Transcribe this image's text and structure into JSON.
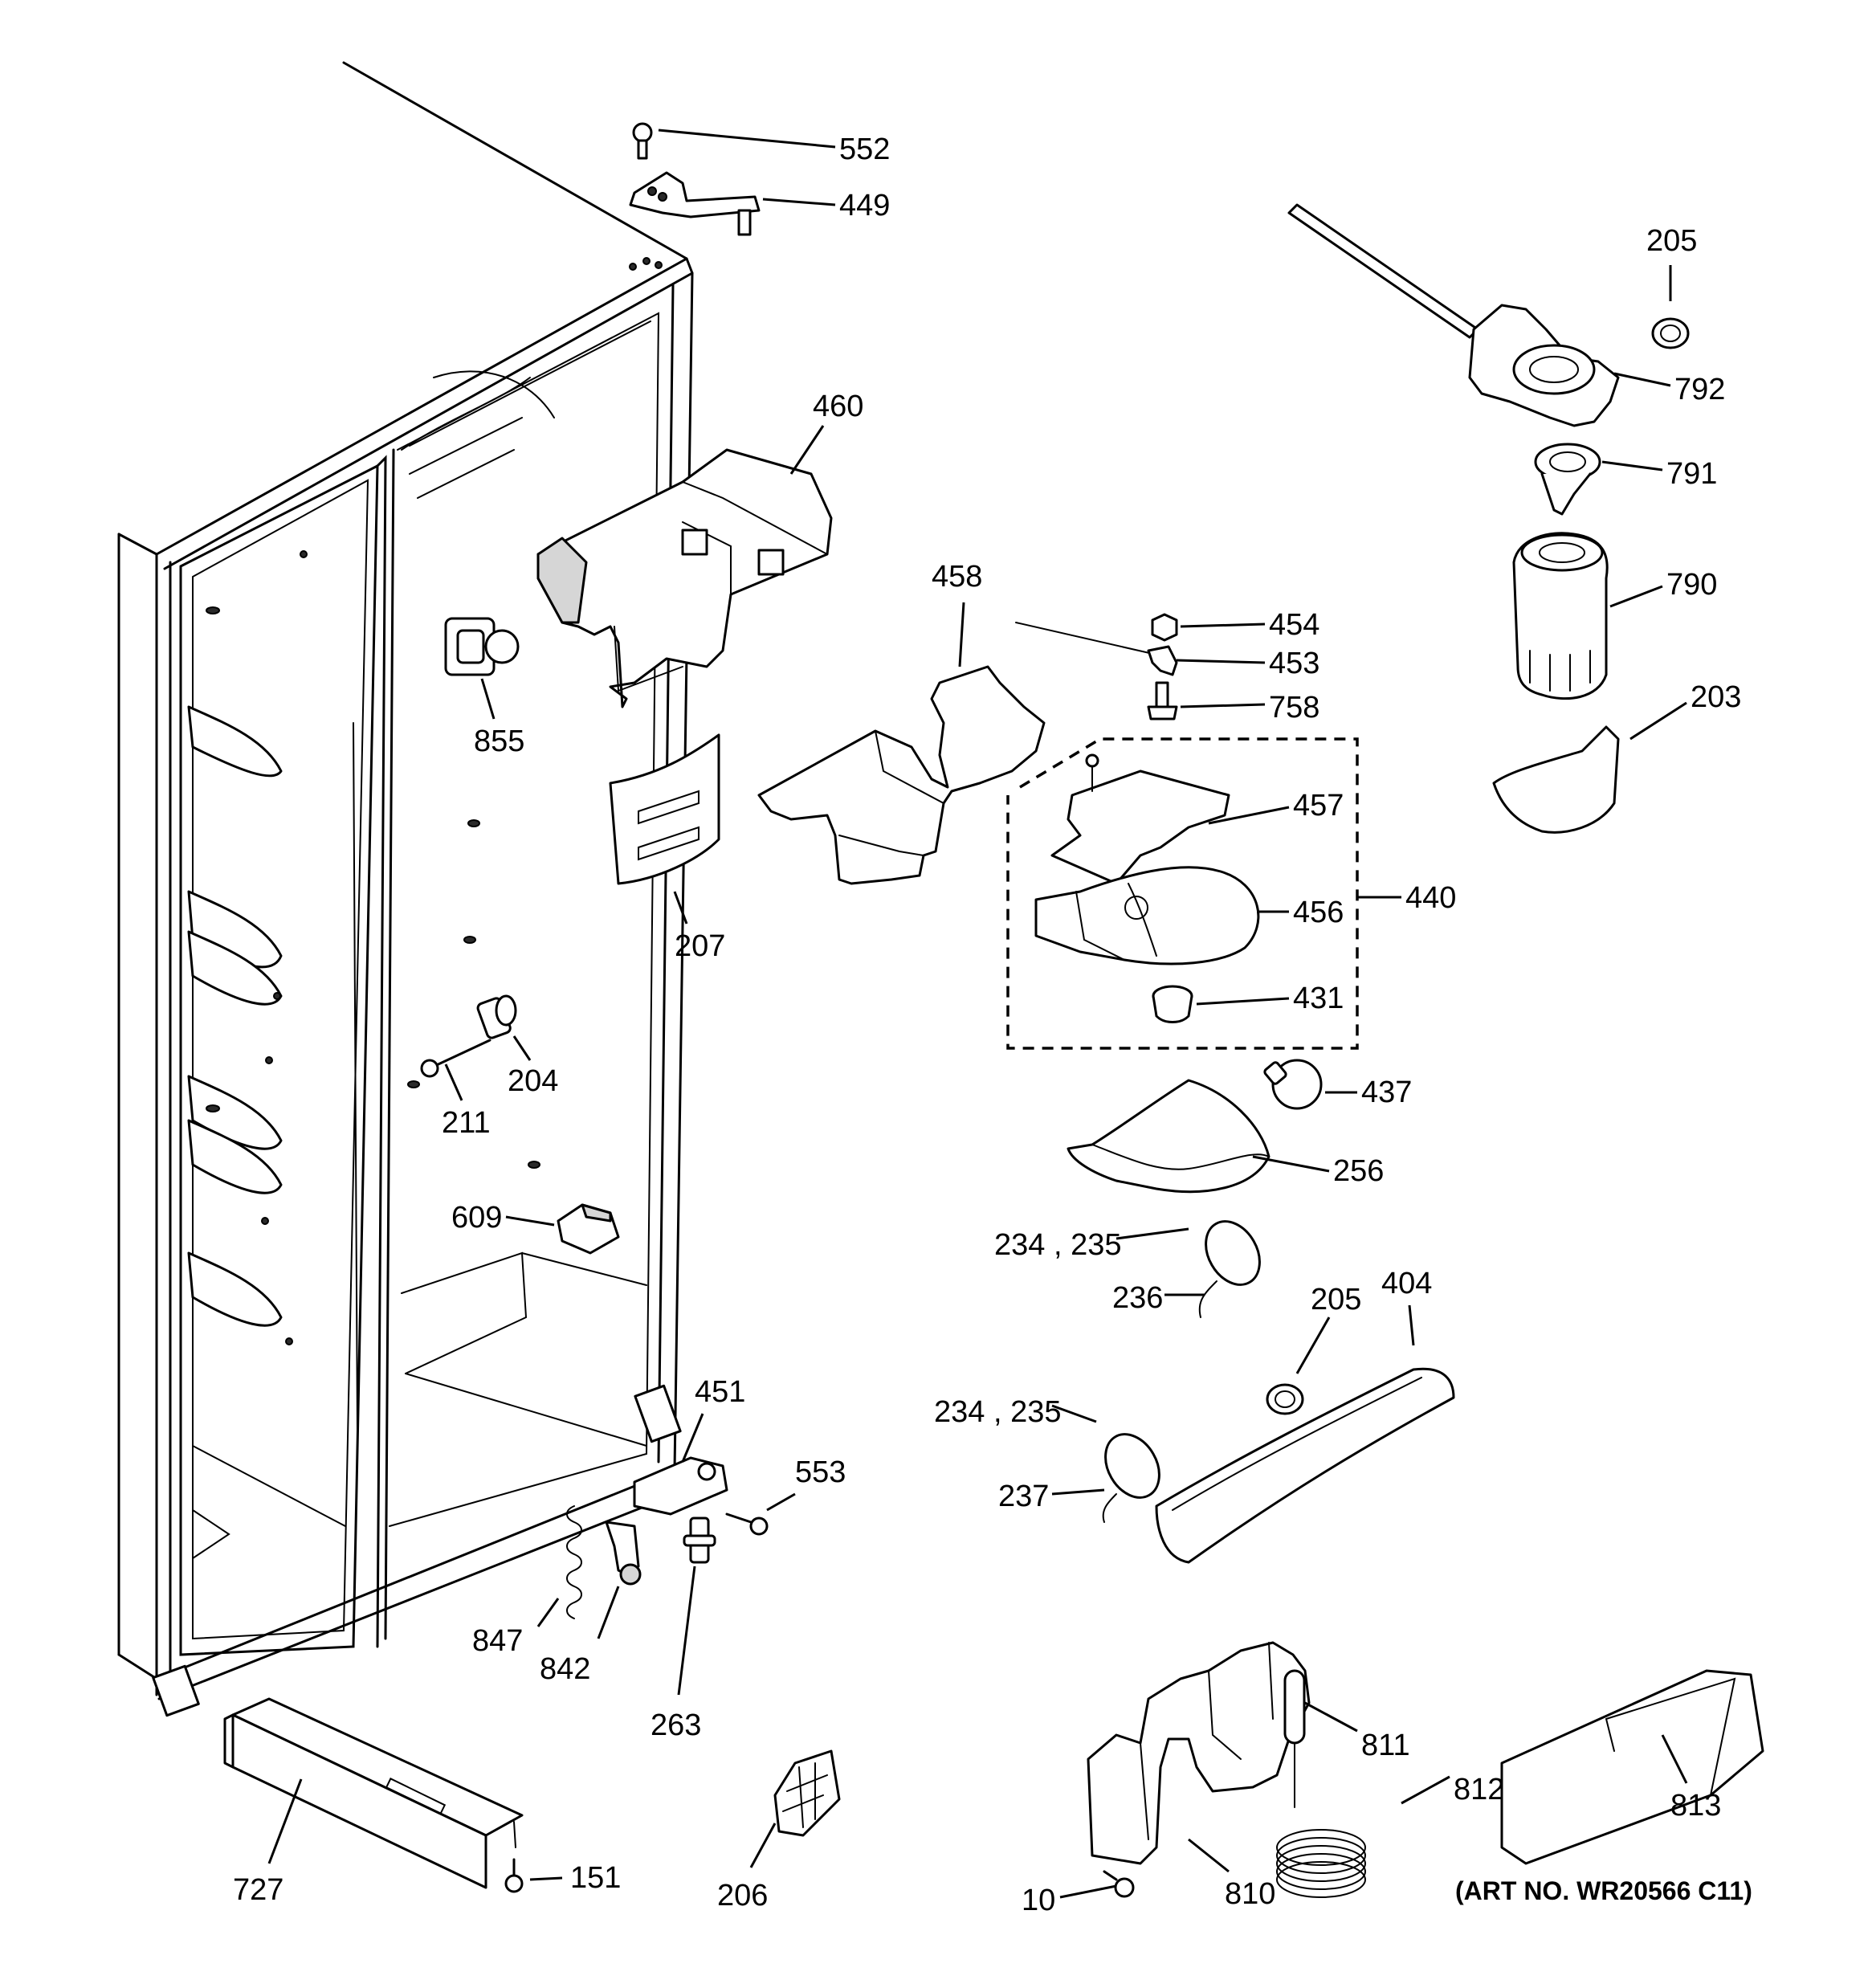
{
  "labels": {
    "p552": "552",
    "p449": "449",
    "p205a": "205",
    "p792": "792",
    "p791": "791",
    "p790": "790",
    "p203": "203",
    "p460": "460",
    "p458": "458",
    "p454": "454",
    "p453": "453",
    "p758": "758",
    "p457": "457",
    "p456": "456",
    "p440": "440",
    "p431": "431",
    "p437": "437",
    "p256": "256",
    "p855": "855",
    "p207": "207",
    "p204": "204",
    "p211": "211",
    "p609": "609",
    "p234a": "234 , 235",
    "p236": "236",
    "p205b": "205",
    "p404": "404",
    "p234b": "234 , 235",
    "p237": "237",
    "p451": "451",
    "p553": "553",
    "p847": "847",
    "p842": "842",
    "p263": "263",
    "p811": "811",
    "p812": "812",
    "p813": "813",
    "p727": "727",
    "p151": "151",
    "p206": "206",
    "p810": "810",
    "p10": "10"
  },
  "art_number": "(ART NO. WR20566 C11)"
}
